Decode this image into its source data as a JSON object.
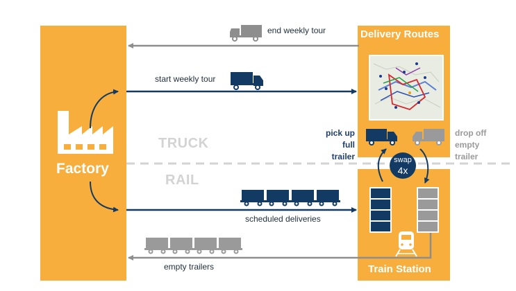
{
  "factory": {
    "label": "Factory",
    "icon": "factory-icon"
  },
  "delivery_routes": {
    "title": "Delivery Routes"
  },
  "train_station": {
    "title": "Train Station"
  },
  "modes": {
    "truck": "TRUCK",
    "rail": "RAIL"
  },
  "flows": {
    "end_tour": "end weekly tour",
    "start_tour": "start weekly tour",
    "scheduled": "scheduled deliveries",
    "empty_trailers": "empty trailers"
  },
  "pickup": {
    "line1": "pick up",
    "line2": "full",
    "line3": "trailer"
  },
  "dropoff": {
    "line1": "drop off",
    "line2": "empty",
    "line3": "trailer"
  },
  "swap": {
    "label": "swap",
    "count": "4x"
  },
  "colors": {
    "orange": "#f7ae3c",
    "navy": "#123a63",
    "gray": "#8e8e8e",
    "light_gray": "#c8c8c8",
    "white": "#ffffff"
  }
}
